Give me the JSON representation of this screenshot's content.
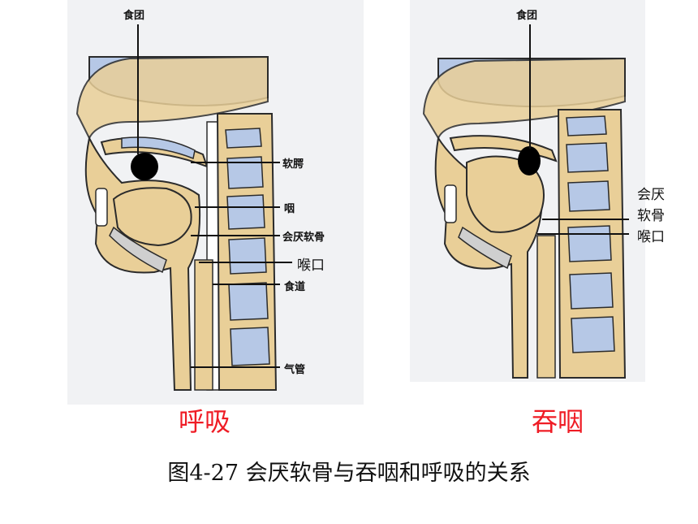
{
  "left_diagram": {
    "bolus_label": "食团",
    "soft_palate_label": "软腭",
    "pharynx_label": "咽",
    "epiglottis_label": "会厌软骨",
    "larynx_opening_label": "喉口",
    "esophagus_label": "食道",
    "trachea_label": "气管",
    "state_label": "呼吸"
  },
  "right_diagram": {
    "bolus_label": "食团",
    "epiglottis_label_line1": "会厌",
    "epiglottis_label_line2": "软骨",
    "larynx_opening_label": "喉口",
    "state_label": "吞咽"
  },
  "caption": "图4-27 会厌软骨与吞咽和呼吸的关系",
  "colors": {
    "label_red": "#ef1c25",
    "bone_tan": "#e9cf98",
    "air_blue": "#b6c8e6",
    "outline": "#2b2b2b",
    "panel_bg": "#f1f2f4"
  }
}
